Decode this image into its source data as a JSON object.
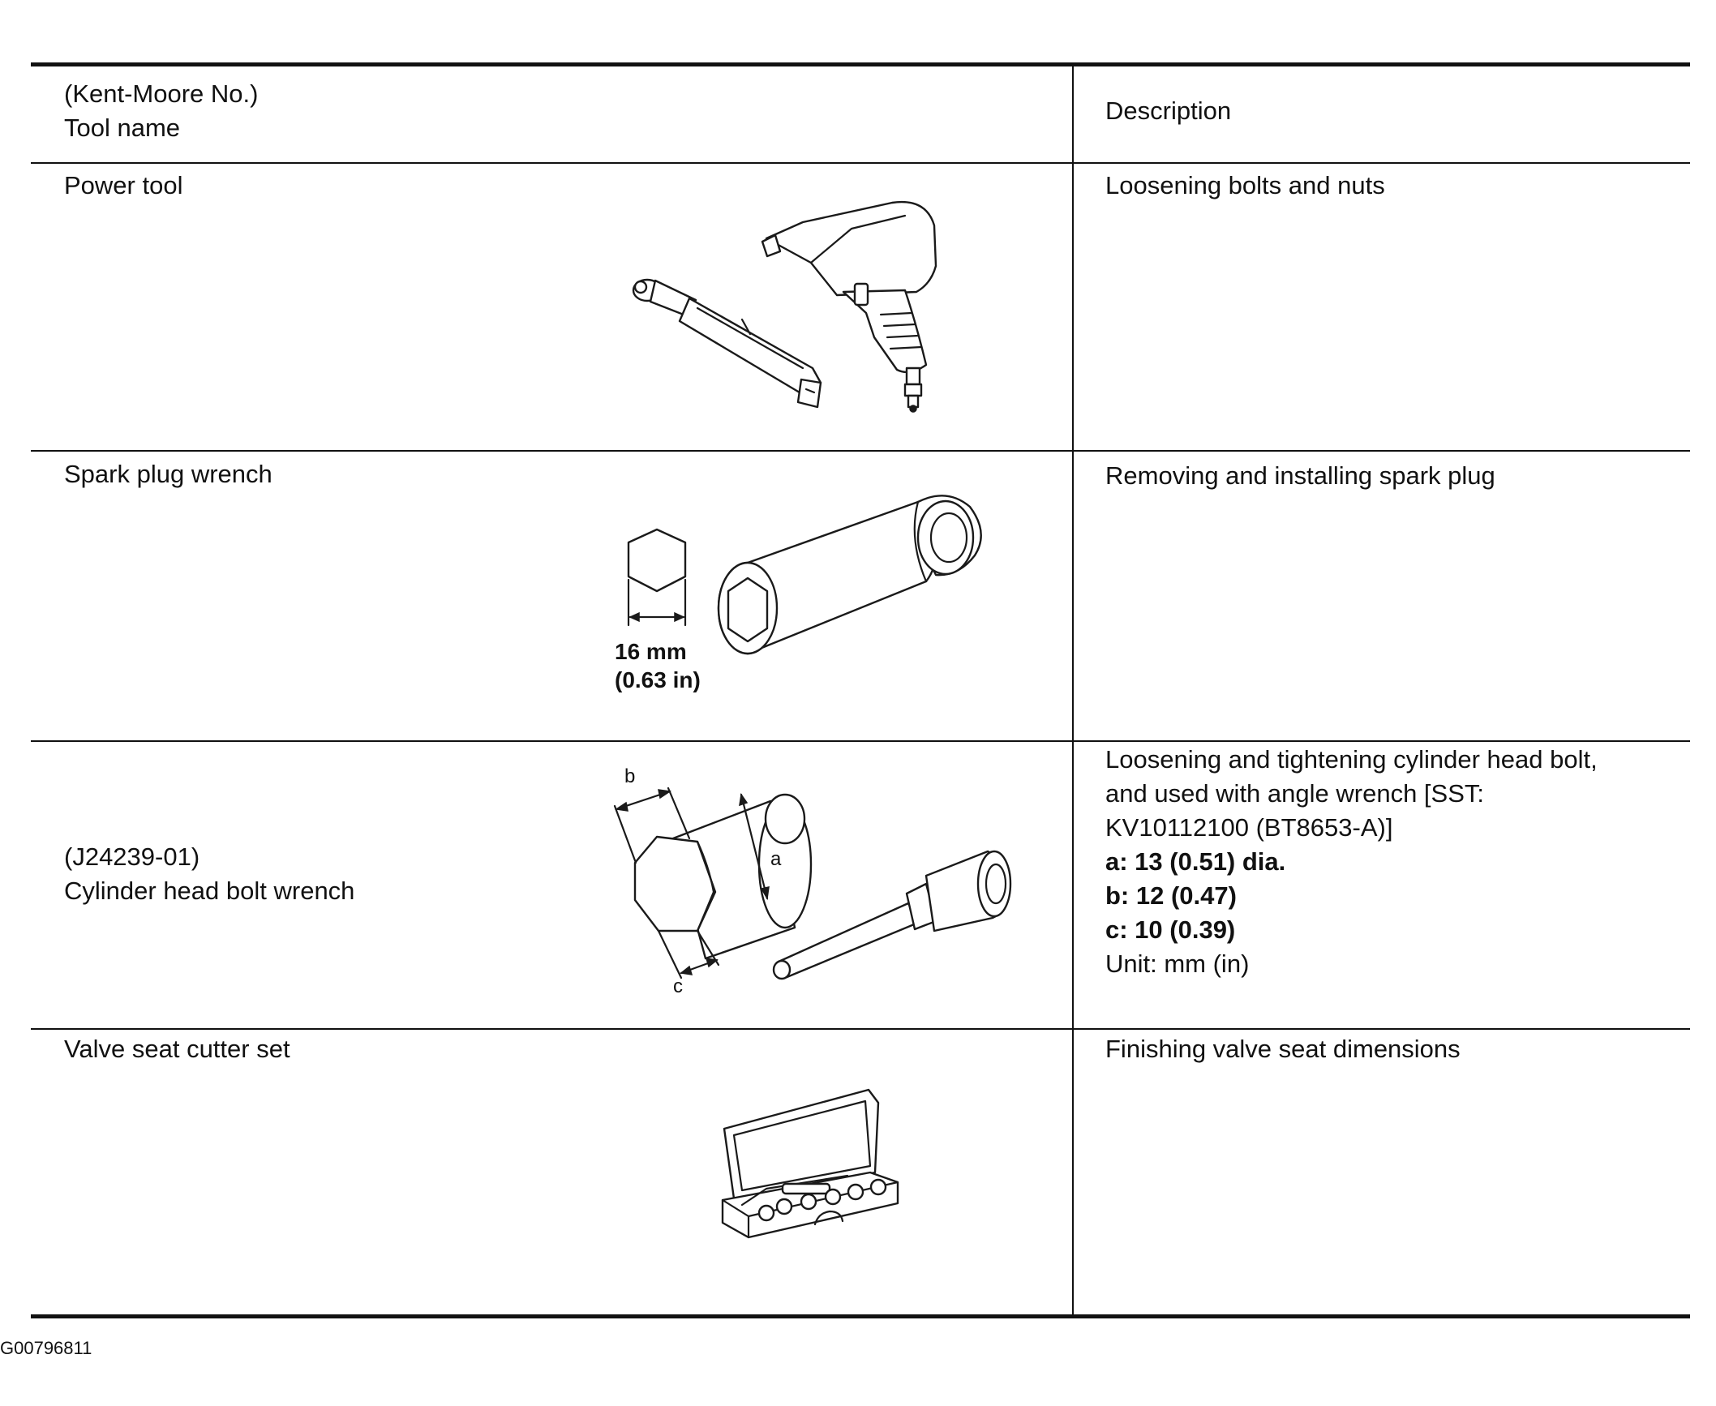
{
  "header": {
    "tool_col_line1": "(Kent-Moore No.)",
    "tool_col_line2": "Tool name",
    "description_col": "Description"
  },
  "rows": [
    {
      "tool_name": "Power tool",
      "description": "Loosening bolts and nuts"
    },
    {
      "tool_name": "Spark plug wrench",
      "description": "Removing and installing spark plug",
      "dimension_line1": "16 mm",
      "dimension_line2": "(0.63 in)"
    },
    {
      "kent_moore_no": "(J24239-01)",
      "tool_name": "Cylinder head bolt wrench",
      "callouts": [
        "a",
        "b",
        "c"
      ],
      "description_lines": [
        "Loosening and tightening cylinder head bolt,",
        "and used with angle wrench [SST:",
        "KV10112100 (BT8653-A)]"
      ],
      "spec_a": "a: 13 (0.51) dia.",
      "spec_b": "b: 12 (0.47)",
      "spec_c": "c: 10 (0.39)",
      "unit": "Unit: mm (in)"
    },
    {
      "tool_name": "Valve seat cutter set",
      "description": "Finishing valve seat dimensions"
    }
  ],
  "footer_code": "G00796811",
  "icons": [
    "power-tools-illustration",
    "spark-plug-wrench-illustration",
    "cylinder-head-bolt-wrench-illustration",
    "valve-seat-cutter-set-illustration"
  ]
}
